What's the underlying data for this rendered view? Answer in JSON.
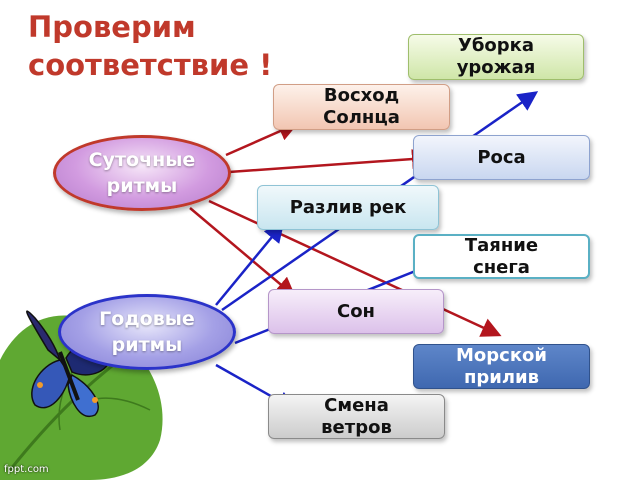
{
  "title": "Проверим соответствие !",
  "categories": {
    "daily": "Суточные ритмы",
    "yearly": "Годовые ритмы"
  },
  "boxes": {
    "harvest": "Уборка урожая",
    "sunrise": "Восход Солнца",
    "dew": "Роса",
    "flood": "Разлив рек",
    "snow": "Таяние снега",
    "sleep": "Сон",
    "tide": "Морской прилив",
    "wind": "Смена ветров"
  },
  "colors": {
    "daily_arrows": "#b3161e",
    "yearly_arrows": "#1a23c7",
    "title": "#c0392b"
  },
  "connections": {
    "daily": [
      "sunrise",
      "dew",
      "sleep",
      "tide"
    ],
    "yearly": [
      "harvest",
      "flood",
      "snow",
      "wind"
    ]
  },
  "watermark": "fppt.com"
}
